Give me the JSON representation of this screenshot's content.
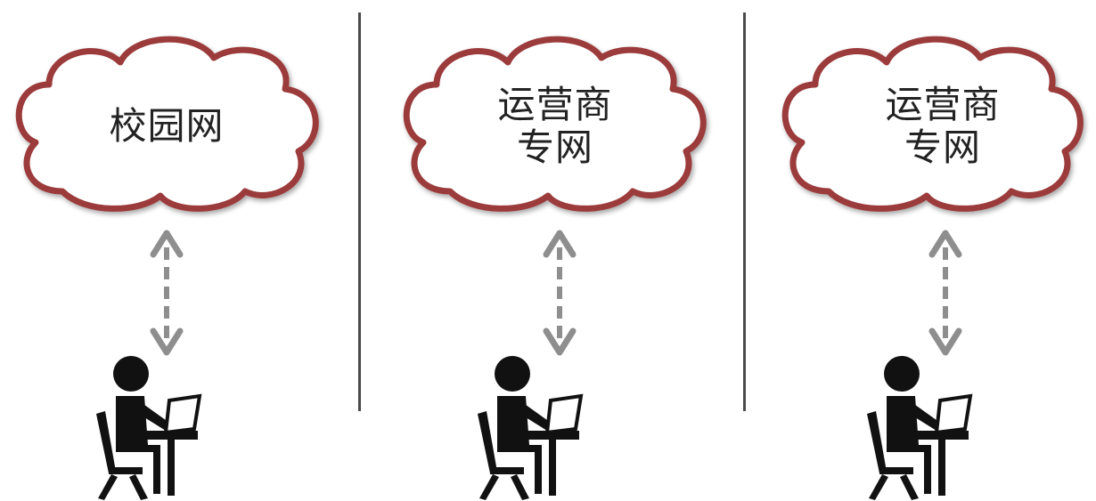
{
  "colors": {
    "cloud_outline": "#9b3a3a",
    "cloud_fill": "#ffffff",
    "arrow": "#8e8e8e",
    "divider": "#4a4a4a",
    "person": "#111111"
  },
  "panels": [
    {
      "cloud_lines": [
        "校园网"
      ],
      "icon": "user-at-laptop-icon",
      "arrow": "bidirectional-dashed-arrow"
    },
    {
      "cloud_lines": [
        "运营商",
        "专网"
      ],
      "icon": "user-at-laptop-icon",
      "arrow": "bidirectional-dashed-arrow"
    },
    {
      "cloud_lines": [
        "运营商",
        "专网"
      ],
      "icon": "user-at-laptop-icon",
      "arrow": "bidirectional-dashed-arrow"
    }
  ]
}
